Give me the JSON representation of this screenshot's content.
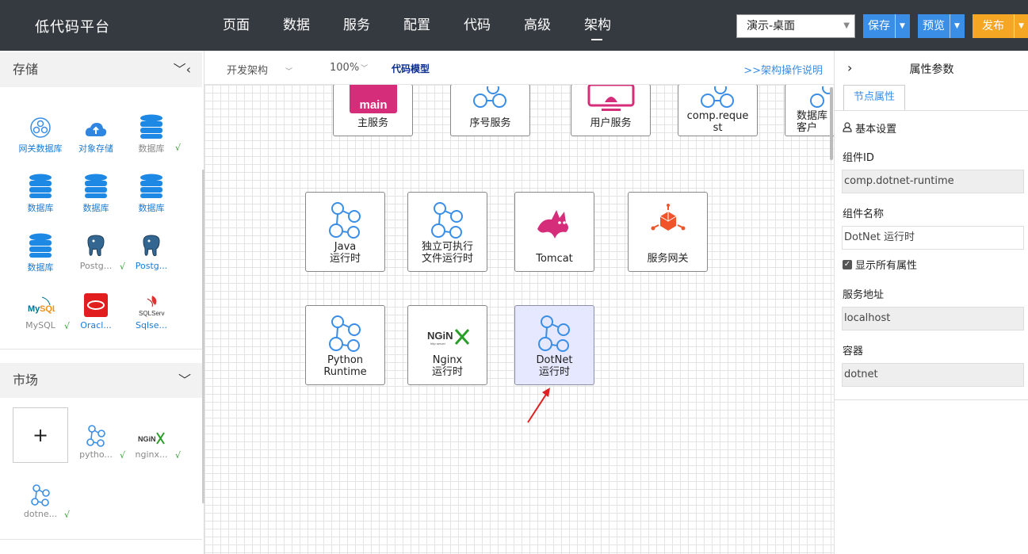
{
  "app": {
    "title": "低代码平台"
  },
  "nav": {
    "items": [
      {
        "label": "页面"
      },
      {
        "label": "数据"
      },
      {
        "label": "服务"
      },
      {
        "label": "配置"
      },
      {
        "label": "代码"
      },
      {
        "label": "高级"
      },
      {
        "label": "架构",
        "active": true
      }
    ]
  },
  "header": {
    "env_select": "演示-桌面",
    "save_label": "保存",
    "preview_label": "预览",
    "publish_label": "发布",
    "save_color": "#3a8ee6",
    "publish_color": "#f5a623"
  },
  "left": {
    "storage": {
      "title": "存储",
      "items": [
        {
          "label": "网关数据库",
          "icon": "gateway-db-icon",
          "checked": false
        },
        {
          "label": "对象存储",
          "icon": "cloud-upload-icon",
          "checked": false
        },
        {
          "label": "数据库",
          "icon": "database-icon",
          "checked": true,
          "muted": true
        },
        {
          "label": "数据库",
          "icon": "database-icon",
          "checked": false
        },
        {
          "label": "数据库",
          "icon": "database-icon",
          "checked": false
        },
        {
          "label": "数据库",
          "icon": "database-icon",
          "checked": false
        },
        {
          "label": "数据库",
          "icon": "database-icon",
          "checked": false
        },
        {
          "label": "Postg...",
          "icon": "postgres-icon",
          "checked": true,
          "muted": true
        },
        {
          "label": "Postg...",
          "icon": "postgres-icon",
          "checked": false
        },
        {
          "label": "MySQL",
          "icon": "mysql-icon",
          "checked": true,
          "muted": true
        },
        {
          "label": "Oracl...",
          "icon": "oracle-icon",
          "checked": false
        },
        {
          "label": "Sqlse...",
          "icon": "sqlserver-icon",
          "checked": false
        }
      ]
    },
    "market": {
      "title": "市场",
      "add_label": "+",
      "items": [
        {
          "label": "pytho...",
          "icon": "node-graph-icon",
          "checked": true
        },
        {
          "label": "nginx...",
          "icon": "nginx-icon",
          "checked": true
        },
        {
          "label": "dotne...",
          "icon": "node-graph-icon",
          "checked": true
        }
      ]
    }
  },
  "toolbar": {
    "mode": "开发架构",
    "zoom": "100%",
    "code_model": "代码模型",
    "help": ">>架构操作说明"
  },
  "canvas": {
    "top_row": [
      "主服务",
      "序号服务",
      "用户服务",
      "comp.request",
      "数据库客户"
    ],
    "row2": [
      {
        "label": "Java\n运行时",
        "icon": "node-graph-icon"
      },
      {
        "label": "独立可执行\n文件运行时",
        "icon": "node-graph-icon"
      },
      {
        "label": "Tomcat",
        "icon": "tomcat-icon"
      },
      {
        "label": "服务网关",
        "icon": "gateway-icon"
      }
    ],
    "row3": [
      {
        "label": "Python\nRuntime",
        "icon": "node-graph-icon"
      },
      {
        "label": "Nginx\n运行时",
        "icon": "nginx-icon"
      },
      {
        "label": "DotNet\n运行时",
        "icon": "node-graph-icon",
        "selected": true
      }
    ],
    "main_badge": "main"
  },
  "props": {
    "title": "属性参数",
    "tab": "节点属性",
    "section": "基本设置",
    "id_label": "组件ID",
    "id_value": "comp.dotnet-runtime",
    "name_label": "组件名称",
    "name_value": "DotNet 运行时",
    "show_all": "显示所有属性",
    "addr_label": "服务地址",
    "addr_value": "localhost",
    "container_label": "容器",
    "container_value": "dotnet"
  }
}
